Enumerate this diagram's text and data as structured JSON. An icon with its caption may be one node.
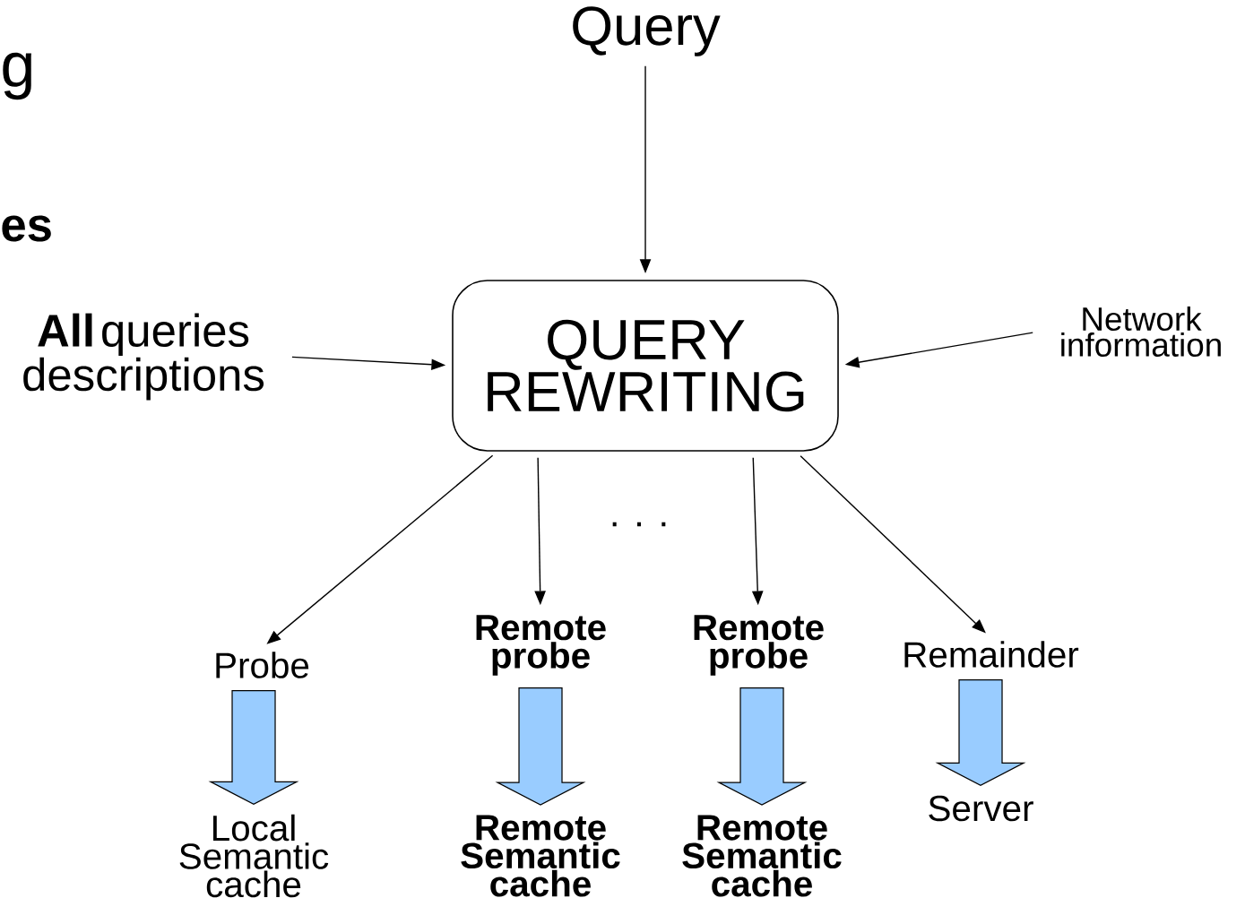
{
  "diagram": {
    "nodes": [
      {
        "text": [
          "Query"
        ]
      },
      {
        "text": [
          "QUERY REWRITING"
        ]
      },
      {
        "text": [
          "**All** queries descriptions"
        ]
      },
      {
        "text": [
          "Network information"
        ]
      },
      {
        "text": [
          "Probe"
        ]
      },
      {
        "text": [
          "Remote probe"
        ]
      },
      {
        "text": [
          "Remote probe"
        ]
      },
      {
        "text": [
          "Remainder"
        ]
      },
      {
        "text": [
          "Local Semantic cache"
        ]
      },
      {
        "text": [
          "Remote Semantic cache"
        ]
      },
      {
        "text": [
          "Remote Semantic cache"
        ]
      },
      {
        "text": [
          "Server"
        ]
      }
    ],
    "edges": [
      {
        "from": 0,
        "to": 1,
        "arrow": "to"
      },
      {
        "from": 2,
        "to": 1,
        "arrow": "to"
      },
      {
        "from": 3,
        "to": 1,
        "arrow": "to"
      },
      {
        "from": 1,
        "to": 4,
        "arrow": "to"
      },
      {
        "from": 1,
        "to": 5,
        "arrow": "to"
      },
      {
        "from": 1,
        "to": 6,
        "arrow": "to"
      },
      {
        "from": 1,
        "to": 7,
        "arrow": "to"
      },
      {
        "from": 4,
        "to": 8,
        "arrow": "to",
        "style": "thick",
        "color": "#99ccff"
      },
      {
        "from": 5,
        "to": 9,
        "arrow": "to",
        "style": "thick",
        "color": "#99ccff"
      },
      {
        "from": 6,
        "to": 10,
        "arrow": "to",
        "style": "thick",
        "color": "#99ccff"
      },
      {
        "from": 7,
        "to": 11,
        "arrow": "to",
        "style": "thick",
        "color": "#99ccff"
      }
    ],
    "labels": [
      "g",
      "es",
      ". . ."
    ]
  }
}
